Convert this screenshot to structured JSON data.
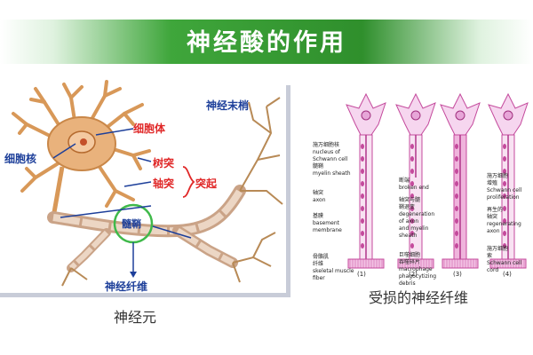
{
  "header": {
    "title": "神经酸的作用"
  },
  "neuron_figure": {
    "caption": "神经元",
    "labels": {
      "cell_body": "细胞体",
      "nucleus": "细胞核",
      "nerve_terminal": "神经末梢",
      "dendrite": "树突",
      "axon": "轴突",
      "process": "突起",
      "myelin": "髓鞘",
      "nerve_fiber": "神经纤维"
    }
  },
  "damaged_figure": {
    "caption": "受损的神经纤维",
    "panel_numbers": [
      "(1)",
      "(2)",
      "(3)",
      "(4)"
    ],
    "annotations_left": [
      "施万细胞核",
      "nucleus of Schwann cell",
      "髓鞘",
      "myelin sheath",
      "轴突",
      "axon",
      "基膜",
      "basement membrane",
      "骨骼肌",
      "纤维",
      "skeletal muscle fiber"
    ],
    "annotations_mid": [
      "断端",
      "broken end",
      "轴突与髓",
      "鞘退变",
      "degeneration of axon",
      "and myelin sheath",
      "巨噬细胞",
      "吞噬碎片",
      "macrophage phagocytizing",
      "debris"
    ],
    "annotations_right": [
      "施万细胞",
      "增殖",
      "Schwann cell",
      "proliferation",
      "再生的",
      "轴突",
      "regenerating axon",
      "施万细胞",
      "索",
      "Schwann cell cord"
    ]
  }
}
